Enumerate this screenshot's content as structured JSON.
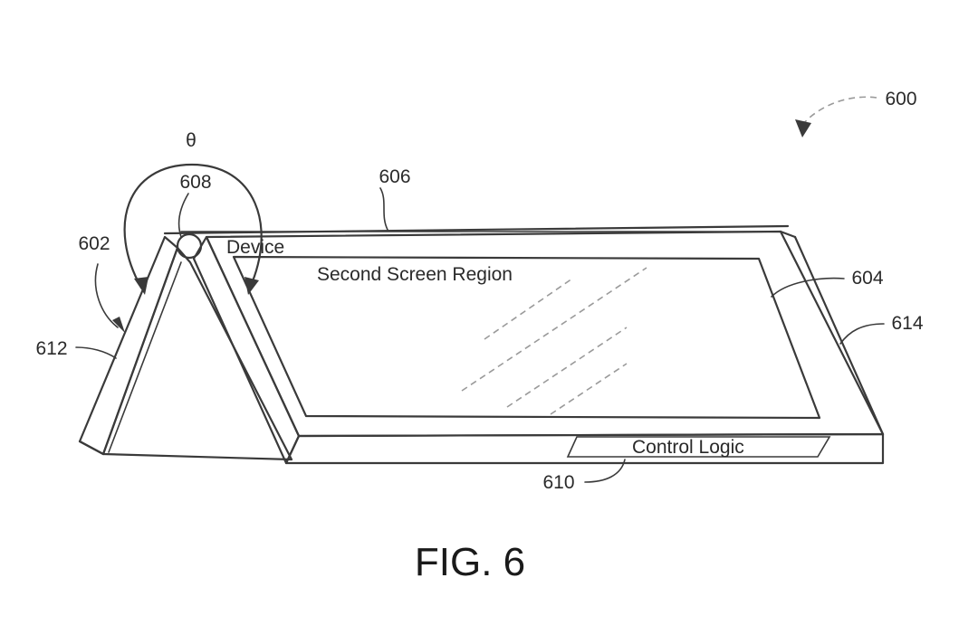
{
  "figure": {
    "caption": "FIG. 6",
    "angle_symbol": "θ",
    "text_labels": {
      "device": "Device",
      "second_screen_region": "Second Screen Region",
      "control_logic": "Control Logic"
    },
    "reference_numerals": {
      "overall": "600",
      "first_part": "602",
      "second_part": "604",
      "top_edge": "606",
      "hinge": "608",
      "control_logic": "610",
      "first_part_edge": "612",
      "second_part_edge": "614"
    }
  }
}
